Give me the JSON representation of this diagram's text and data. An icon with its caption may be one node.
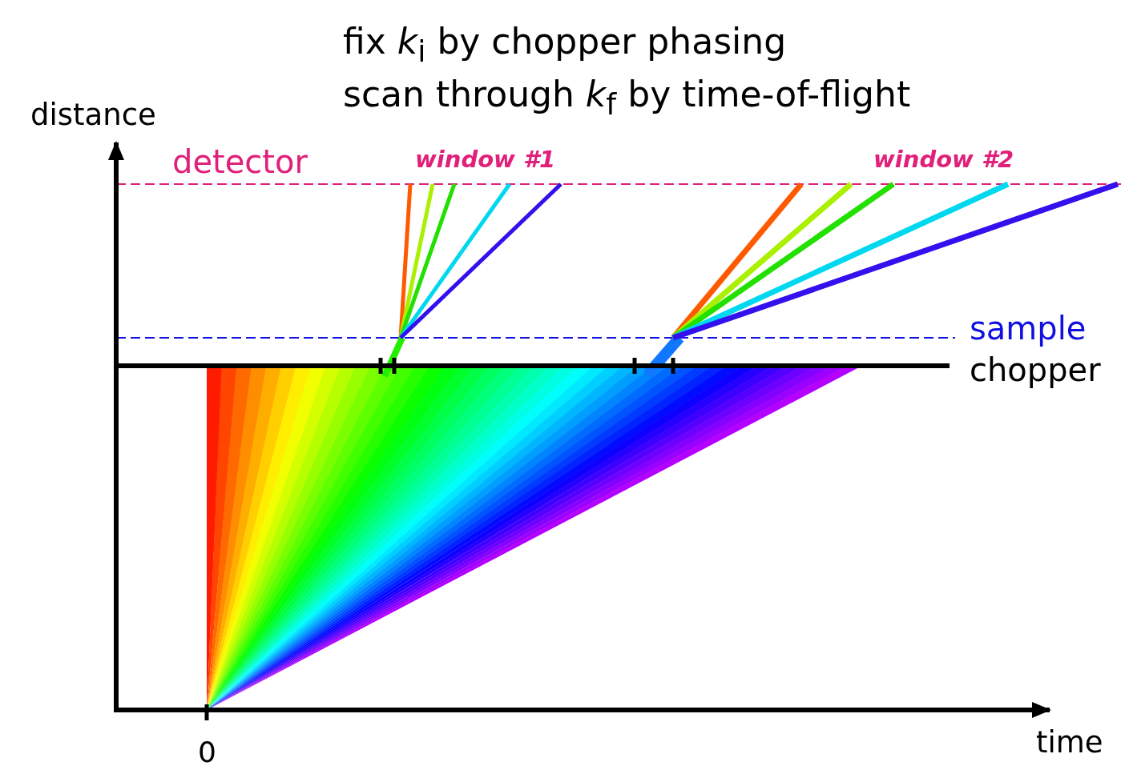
{
  "diagram": {
    "title": "fix *k*$_{i}$ by chopper phasing",
    "labels": [
      "scan through *k*$_{f}$ by time-of-flight",
      "distance",
      "detector",
      "window #1",
      "window #2",
      "sample",
      "chopper",
      "0",
      "time"
    ]
  }
}
